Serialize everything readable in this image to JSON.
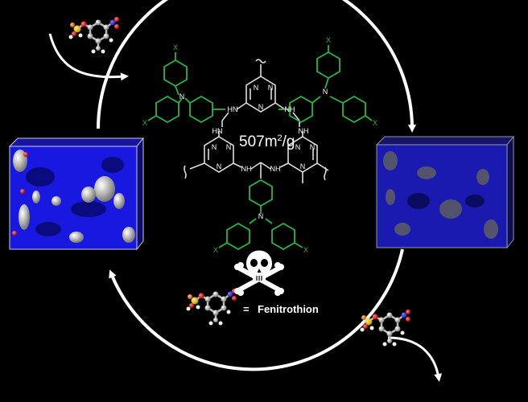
{
  "colors": {
    "background": "#000000",
    "arrow": "#ffffff",
    "framework_bonds": "#dddddd",
    "aryl_green": "#2db34a",
    "pore_blue": "#1a1ae6",
    "pore_blue_dark": "#1818a0"
  },
  "structure": {
    "surface_area": "507m",
    "surface_area_sup": "2",
    "surface_area_unit": "/g",
    "n_label": "N",
    "nh_label": "NH",
    "hn_label": "HN",
    "x_label": "X"
  },
  "legend": {
    "equals": "=",
    "compound": "Fenitrothion"
  },
  "icons": {
    "hazard": "skull-crossbones-icon",
    "molecule": "fenitrothion-molecule-icon"
  }
}
